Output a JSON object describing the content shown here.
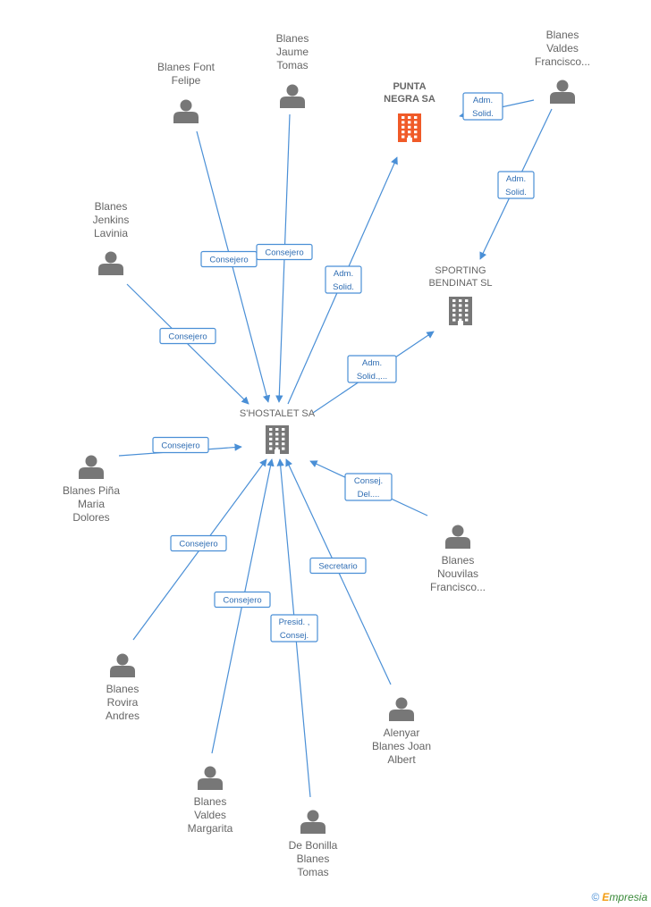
{
  "companies": [
    {
      "id": "shostalet",
      "lines": [
        "S'HOSTALET SA"
      ],
      "color": "#777777",
      "bold": false
    },
    {
      "id": "punta",
      "lines": [
        "PUNTA",
        "NEGRA SA"
      ],
      "color": "#f05a28",
      "bold": true
    },
    {
      "id": "sporting",
      "lines": [
        "SPORTING",
        "BENDINAT SL"
      ],
      "color": "#777777",
      "bold": false
    }
  ],
  "persons": [
    {
      "id": "p_valdes_fr",
      "lines": [
        "Blanes",
        "Valdes",
        "Francisco..."
      ]
    },
    {
      "id": "p_jaume",
      "lines": [
        "Blanes",
        "Jaume",
        "Tomas"
      ]
    },
    {
      "id": "p_font",
      "lines": [
        "Blanes Font",
        "Felipe"
      ]
    },
    {
      "id": "p_jenkins",
      "lines": [
        "Blanes",
        "Jenkins",
        "Lavinia"
      ]
    },
    {
      "id": "p_pina",
      "lines": [
        "Blanes Piña",
        "Maria",
        "Dolores"
      ]
    },
    {
      "id": "p_nouvilas",
      "lines": [
        "Blanes",
        "Nouvilas",
        "Francisco..."
      ]
    },
    {
      "id": "p_rovira",
      "lines": [
        "Blanes",
        "Rovira",
        "Andres"
      ]
    },
    {
      "id": "p_alenyar",
      "lines": [
        "Alenyar",
        "Blanes Joan",
        "Albert"
      ]
    },
    {
      "id": "p_margarita",
      "lines": [
        "Blanes",
        "Valdes",
        "Margarita"
      ]
    },
    {
      "id": "p_debonilla",
      "lines": [
        "De Bonilla",
        "Blanes",
        "Tomas"
      ]
    }
  ],
  "edges": [
    {
      "from": "p_valdes_fr",
      "to": "punta",
      "lines": [
        "Adm.",
        "Solid."
      ]
    },
    {
      "from": "p_valdes_fr",
      "to": "sporting",
      "lines": [
        "Adm.",
        "Solid."
      ]
    },
    {
      "from": "shostalet",
      "to": "punta",
      "lines": [
        "Adm.",
        "Solid."
      ]
    },
    {
      "from": "shostalet",
      "to": "sporting",
      "lines": [
        "Adm.",
        "Solid.,..."
      ]
    },
    {
      "from": "p_font",
      "to": "shostalet",
      "lines": [
        "Consejero"
      ]
    },
    {
      "from": "p_jaume",
      "to": "shostalet",
      "lines": [
        "Consejero"
      ]
    },
    {
      "from": "p_jenkins",
      "to": "shostalet",
      "lines": [
        "Consejero"
      ]
    },
    {
      "from": "p_pina",
      "to": "shostalet",
      "lines": [
        "Consejero"
      ]
    },
    {
      "from": "p_nouvilas",
      "to": "shostalet",
      "lines": [
        "Consej.",
        "Del...."
      ]
    },
    {
      "from": "p_rovira",
      "to": "shostalet",
      "lines": [
        "Consejero"
      ]
    },
    {
      "from": "p_margarita",
      "to": "shostalet",
      "lines": [
        "Consejero"
      ]
    },
    {
      "from": "p_debonilla",
      "to": "shostalet",
      "lines": [
        "Presid. ,",
        "Consej."
      ]
    },
    {
      "from": "p_alenyar",
      "to": "shostalet",
      "lines": [
        "Secretario"
      ]
    }
  ],
  "brand": {
    "copyright": "©",
    "e": "E",
    "rest": "mpresia"
  }
}
